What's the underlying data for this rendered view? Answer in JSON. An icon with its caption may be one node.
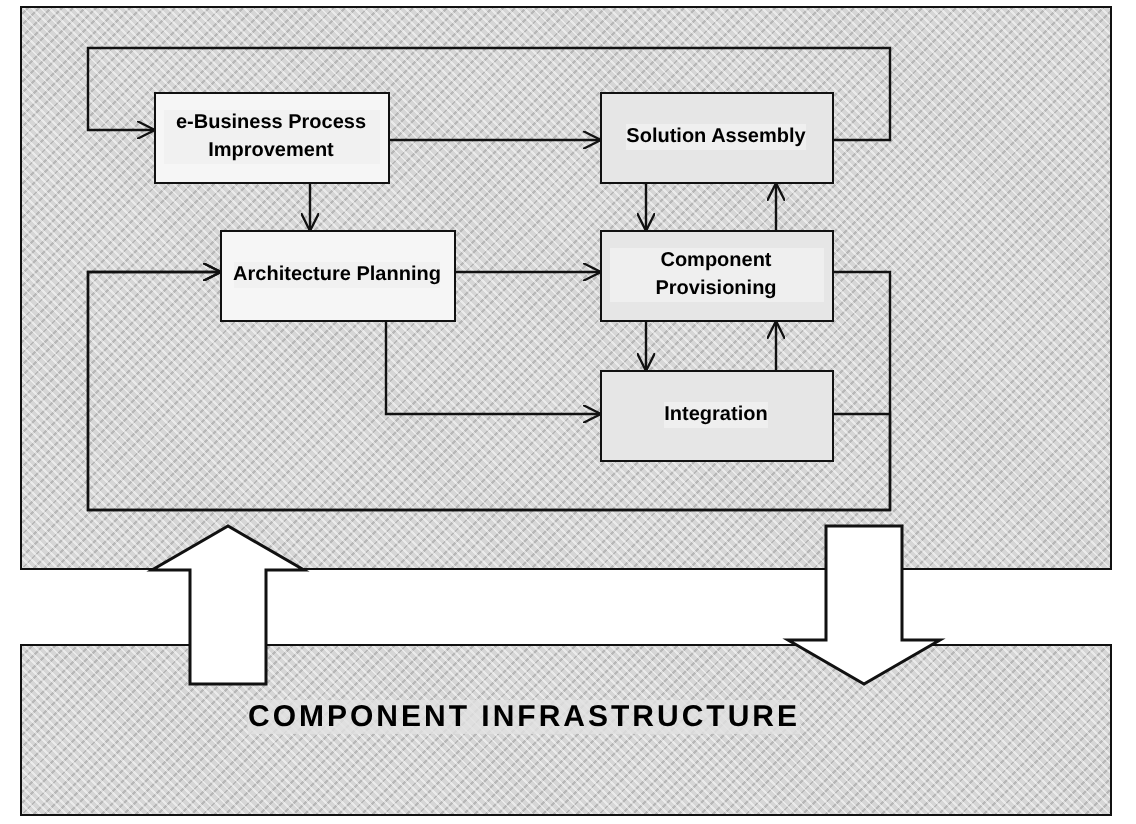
{
  "diagram": {
    "nodes": [
      {
        "text": [],
        "shape": "box"
      },
      {
        "text": [
          "e-Business Process Improvement"
        ],
        "in": 0
      },
      {
        "text": [
          "Architecture Planning"
        ],
        "in": 0
      },
      {
        "text": [
          "Solution Assembly"
        ],
        "in": 0
      },
      {
        "text": [
          "Component Provisioning"
        ],
        "in": 0
      },
      {
        "text": [
          "Integration"
        ],
        "in": 0
      },
      {
        "text": [
          "COMPONENT INFRASTRUCTURE"
        ]
      }
    ],
    "edges": [
      {
        "from": 3,
        "to": 1,
        "arrow": "to"
      },
      {
        "from": 1,
        "to": 3,
        "arrow": "to"
      },
      {
        "from": 1,
        "to": 2,
        "arrow": "to"
      },
      {
        "from": 2,
        "to": 4,
        "arrow": "to"
      },
      {
        "from": 2,
        "to": 5,
        "arrow": "to"
      },
      {
        "from": 3,
        "to": 4,
        "arrow": "to"
      },
      {
        "from": 4,
        "to": 3,
        "arrow": "to"
      },
      {
        "from": 4,
        "to": 5,
        "arrow": "to"
      },
      {
        "from": 5,
        "to": 4,
        "arrow": "to"
      },
      {
        "from": 4,
        "to": 2,
        "arrow": "to"
      },
      {
        "from": 5,
        "to": 2,
        "arrow": "to"
      },
      {
        "from": 6,
        "to": 0,
        "arrow": "to",
        "style": "thick"
      },
      {
        "from": 0,
        "to": 6,
        "arrow": "to",
        "style": "thick"
      }
    ]
  }
}
